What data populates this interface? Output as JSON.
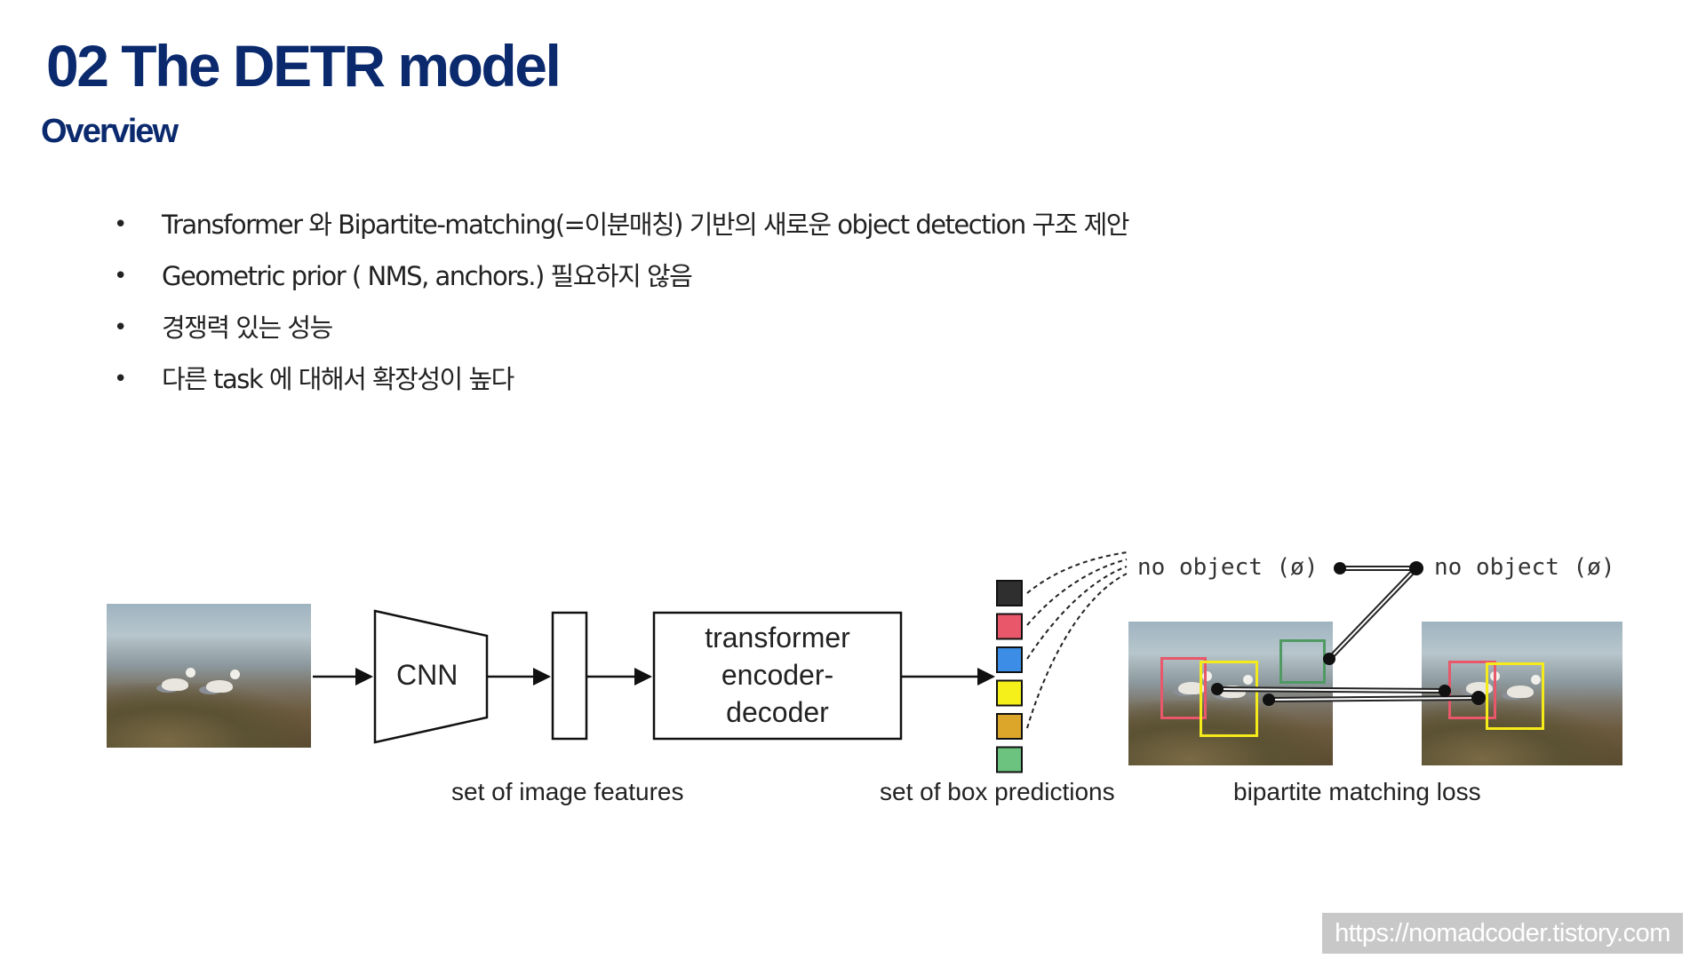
{
  "slide": {
    "title": "02 The DETR model",
    "subtitle": "Overview",
    "bullet_glyph": "•",
    "bullets": [
      "Transformer 와 Bipartite-matching(=이분매칭) 기반의 새로운 object detection 구조 제안",
      "Geometric  prior ( NMS, anchors.) 필요하지 않음",
      "경쟁력 있는 성능",
      "다른 task 에 대해서 확장성이 높다"
    ],
    "watermark": "https://nomadcoder.tistory.com"
  },
  "diagram": {
    "cnn_label": "CNN",
    "transformer_label": [
      "transformer",
      "encoder-",
      "decoder"
    ],
    "caption_features": "set of image features",
    "caption_predictions": "set of box predictions",
    "caption_loss": "bipartite matching loss",
    "no_object_left": "no object (ø)",
    "no_object_right": "no object (ø)",
    "prediction_colors": [
      "#2f2f2f",
      "#e8576a",
      "#3b8de6",
      "#f5f019",
      "#dba62a",
      "#6cc27f"
    ],
    "box_colors": {
      "red": "#e8576a",
      "yellow": "#f5ea1a",
      "green": "#4e9a62"
    }
  }
}
